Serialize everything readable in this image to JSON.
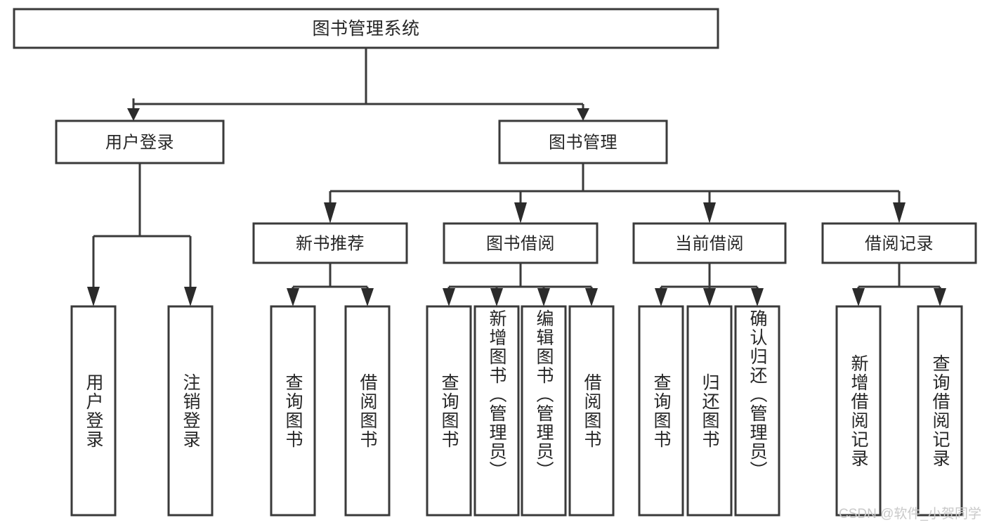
{
  "diagram": {
    "title": "图书管理系统",
    "type": "hierarchy-tree",
    "watermark": "CSDN @软件_小贺同学",
    "colors": {
      "box_stroke": "#3a3a3a",
      "box_fill": "#ffffff",
      "text": "#262626",
      "connector": "#3a3a3a",
      "watermark": "#c9c9c9",
      "background": "#ffffff"
    },
    "levels": {
      "root": {
        "label": "图书管理系统"
      },
      "level2": [
        {
          "label": "用户登录"
        },
        {
          "label": "图书管理"
        }
      ],
      "level3": [
        {
          "label": "新书推荐"
        },
        {
          "label": "图书借阅"
        },
        {
          "label": "当前借阅"
        },
        {
          "label": "借阅记录"
        }
      ],
      "leaves_user_login": [
        {
          "label": "用户登录"
        },
        {
          "label": "注销登录"
        }
      ],
      "leaves_new_book": [
        {
          "label": "查询图书"
        },
        {
          "label": "借阅图书"
        }
      ],
      "leaves_borrow": [
        {
          "label": "查询图书"
        },
        {
          "label": "新增图书（管理员）"
        },
        {
          "label": "编辑图书（管理员）"
        },
        {
          "label": "借阅图书"
        }
      ],
      "leaves_current": [
        {
          "label": "查询图书"
        },
        {
          "label": "归还图书"
        },
        {
          "label": "确认归还（管理员）"
        }
      ],
      "leaves_record": [
        {
          "label": "新增借阅记录"
        },
        {
          "label": "查询借阅记录"
        }
      ]
    }
  }
}
